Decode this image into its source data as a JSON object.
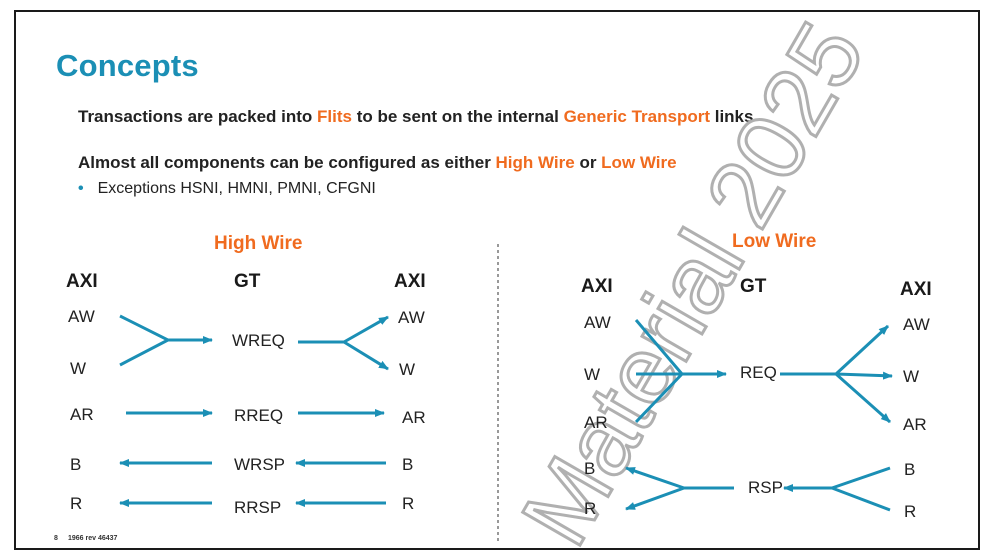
{
  "slide": {
    "title": "Concepts",
    "line1": {
      "pre": "Transactions are packed into ",
      "hl1": "Flits",
      "mid": " to be sent on the internal ",
      "hl2": "Generic Transport",
      "post": " links"
    },
    "line2": {
      "pre": "Almost all components can be configured as either ",
      "hl1": "High Wire",
      "mid": " or ",
      "hl2": "Low Wire"
    },
    "bullet": "Exceptions HSNI, HMNI, PMNI, CFGNI",
    "footer": {
      "page": "8",
      "rev": "1966 rev 46437"
    },
    "watermark": "Material 2025"
  },
  "high_wire": {
    "title": "High Wire",
    "headers": {
      "left": "AXI",
      "mid": "GT",
      "right": "AXI"
    },
    "left": [
      "AW",
      "W",
      "AR",
      "B",
      "R"
    ],
    "mid": [
      "WREQ",
      "RREQ",
      "WRSP",
      "RRSP"
    ],
    "right": [
      "AW",
      "W",
      "AR",
      "B",
      "R"
    ]
  },
  "low_wire": {
    "title": "Low Wire",
    "headers": {
      "left": "AXI",
      "mid": "GT",
      "right": "AXI"
    },
    "left": [
      "AW",
      "W",
      "AR",
      "B",
      "R"
    ],
    "mid": [
      "REQ",
      "RSP"
    ],
    "right": [
      "AW",
      "W",
      "AR",
      "B",
      "R"
    ]
  },
  "colors": {
    "accent_blue": "#1b8fb5",
    "accent_orange": "#f06b1f"
  }
}
